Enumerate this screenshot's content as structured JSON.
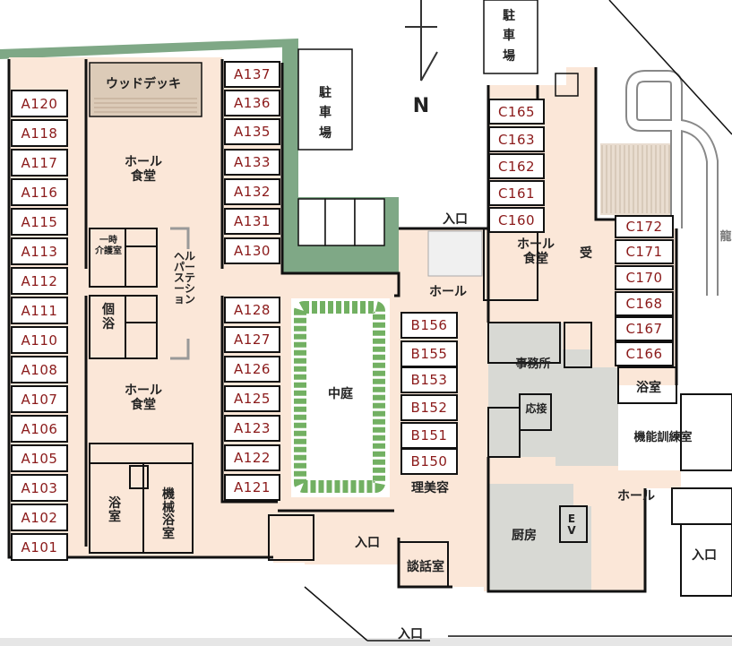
{
  "rooms_a": [
    "A120",
    "A118",
    "A117",
    "A116",
    "A115",
    "A113",
    "A112",
    "A111",
    "A110",
    "A108",
    "A107",
    "A106",
    "A105",
    "A103",
    "A102",
    "A101"
  ],
  "rooms_a_inner": [
    "A137",
    "A136",
    "A135",
    "A133",
    "A132",
    "A131",
    "A130"
  ],
  "rooms_a_inner2": [
    "A128",
    "A127",
    "A126",
    "A125",
    "A123",
    "A122",
    "A121"
  ],
  "rooms_b": [
    "B156",
    "B155",
    "B153",
    "B152",
    "B151",
    "B150"
  ],
  "rooms_c": [
    "C165",
    "C163",
    "C162",
    "C161",
    "C160"
  ],
  "rooms_c2": [
    "C172",
    "C171",
    "C170",
    "C168",
    "C167",
    "C166"
  ],
  "labels": {
    "wood_deck": "ウッドデッキ",
    "hall_dining": "ホール\n食堂",
    "temp_care": "一時\n介護室",
    "private_bath": "個\n浴",
    "helper_station": "ヘルパーステーション",
    "bathroom": "浴室",
    "machine_bath": "機械浴室",
    "courtyard": "中庭",
    "barber": "理美容",
    "hall": "ホール",
    "entrance": "入口",
    "office": "事務所",
    "reception_room": "応接",
    "reception": "受",
    "rehab_room": "機能訓練室",
    "kitchen": "厨房",
    "elevator": "EV",
    "consult_room": "談話室",
    "north": "N",
    "parking": "駐車場",
    "road": "龍"
  },
  "colors": {
    "floor": "#fbe7d8",
    "service": "#d8d9d4",
    "green": "#7fa886",
    "room_text": "#8b1a1a",
    "tree": "#72b062"
  }
}
